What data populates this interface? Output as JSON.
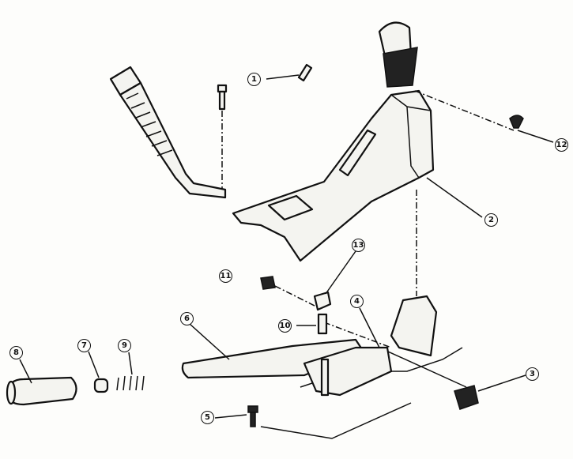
{
  "diagram": {
    "type": "exploded-parts-diagram",
    "callouts": [
      {
        "id": "1",
        "label": "1"
      },
      {
        "id": "2",
        "label": "2"
      },
      {
        "id": "3",
        "label": "3"
      },
      {
        "id": "4",
        "label": "4"
      },
      {
        "id": "5",
        "label": "5"
      },
      {
        "id": "6",
        "label": "6"
      },
      {
        "id": "7",
        "label": "7"
      },
      {
        "id": "8",
        "label": "8"
      },
      {
        "id": "9",
        "label": "9"
      },
      {
        "id": "10",
        "label": "10"
      },
      {
        "id": "11",
        "label": "11"
      },
      {
        "id": "12",
        "label": "12"
      },
      {
        "id": "13",
        "label": "13"
      }
    ]
  }
}
